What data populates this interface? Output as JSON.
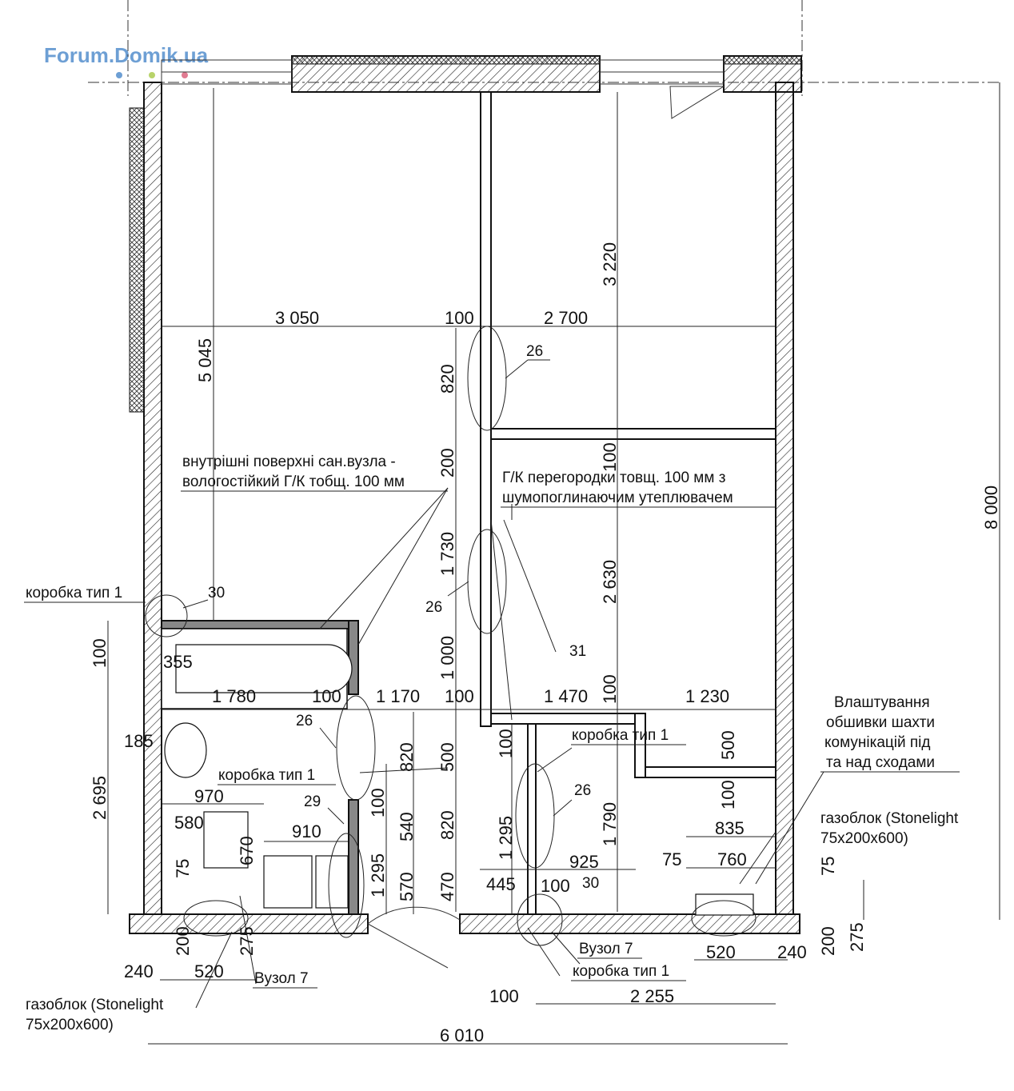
{
  "watermark": "Forum.Domik.ua",
  "dimensions": {
    "d3050": "3 050",
    "d100_top": "100",
    "d2700": "2 700",
    "d3220": "3 220",
    "d5045": "5 045",
    "d820_a": "820",
    "d200": "200",
    "d100_v1": "100",
    "d1730": "1 730",
    "d2630": "2 630",
    "d1000": "1 000",
    "d100_v2": "100",
    "d8000": "8 000",
    "d100_left": "100",
    "d355": "355",
    "d1780": "1 780",
    "d100_h2": "100",
    "d1170": "1 170",
    "d100_h3": "100",
    "d1470": "1 470",
    "d1230": "1 230",
    "d185": "185",
    "d2695": "2 695",
    "d820_b": "820",
    "d500_a": "500",
    "d100_v3": "100",
    "d500_b": "500",
    "d970": "970",
    "d100_v4": "100",
    "d580": "580",
    "d540": "540",
    "d910": "910",
    "d820_c": "820",
    "d1295_a": "1 295",
    "d1790": "1 790",
    "d100_v5": "100",
    "d835": "835",
    "d670": "670",
    "d1295_b": "1 295",
    "d925": "925",
    "d75_a": "75",
    "d760": "760",
    "d75_b": "75",
    "d75_c": "75",
    "d570": "570",
    "d470": "470",
    "d445": "445",
    "d100_b": "100",
    "d30_b": "30",
    "d200_l": "200",
    "d275_l": "275",
    "d240_l": "240",
    "d520_l": "520",
    "d520_r": "520",
    "d240_r": "240",
    "d200_r": "200",
    "d275_r": "275",
    "d100_bottom": "100",
    "d2255": "2 255",
    "d6010": "6 010",
    "d30_top": "30",
    "d26_a": "26",
    "d26_b": "26",
    "d26_c": "26",
    "d26_d": "26",
    "d29": "29",
    "d31": "31"
  },
  "labels": {
    "bath_note_1": "внутрішні поверхні сан.вузла -",
    "bath_note_2": "вологостійкий Г/К тобщ. 100 мм",
    "gk_note_1": "Г/К перегородки товщ. 100 мм з",
    "gk_note_2": "шумопоглинаючим утеплювачем",
    "box_type_1_a": "коробка тип 1",
    "box_type_1_b": "коробка тип 1",
    "box_type_1_c": "коробка тип 1",
    "box_type_1_d": "коробка тип 1",
    "shaft_note_1": "Влаштування",
    "shaft_note_2": "обшивки шахти",
    "shaft_note_3": "комунікацій під",
    "shaft_note_4": "та над сходами",
    "gas_block_r_1": "газоблок (Stonelight",
    "gas_block_r_2": "75x200x600)",
    "gas_block_l_1": "газоблок (Stonelight",
    "gas_block_l_2": "75x200x600)",
    "node7_left": "Вузол 7",
    "node7_right": "Вузол 7"
  }
}
